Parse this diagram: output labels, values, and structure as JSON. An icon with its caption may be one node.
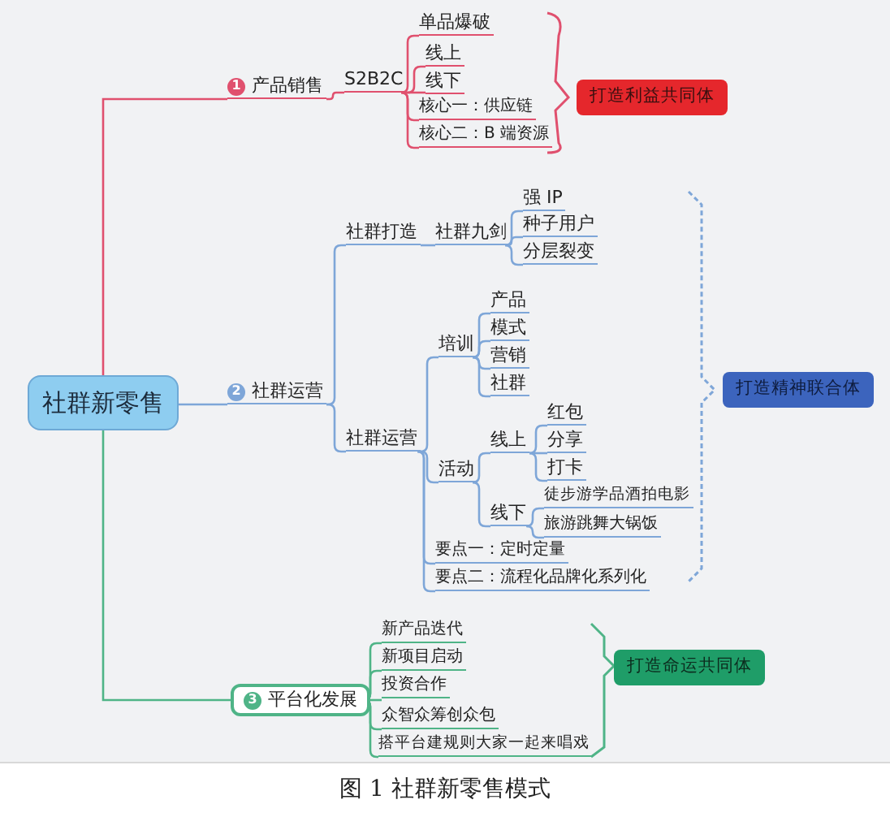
{
  "diagram": {
    "caption": "图 1 社群新零售模式",
    "nodes": [
      {
        "text": [
          "社群新零售"
        ]
      },
      {
        "text": [
          "1",
          "产品销售"
        ]
      },
      {
        "text": [
          "S2B2C"
        ]
      },
      {
        "text": [
          "单品爆破"
        ]
      },
      {
        "text": [
          "线上"
        ]
      },
      {
        "text": [
          "线下"
        ]
      },
      {
        "text": [
          "核心一：供应链"
        ]
      },
      {
        "text": [
          "核心二：B 端资源"
        ]
      },
      {
        "text": [
          "打造利益共同体"
        ]
      },
      {
        "text": [
          "2",
          "社群运营"
        ]
      },
      {
        "text": [
          "社群打造"
        ]
      },
      {
        "text": [
          "社群九剑"
        ]
      },
      {
        "text": [
          "强 IP"
        ]
      },
      {
        "text": [
          "种子用户"
        ]
      },
      {
        "text": [
          "分层裂变"
        ]
      },
      {
        "text": [
          "培训"
        ]
      },
      {
        "text": [
          "产品"
        ]
      },
      {
        "text": [
          "模式"
        ]
      },
      {
        "text": [
          "营销"
        ]
      },
      {
        "text": [
          "社群"
        ]
      },
      {
        "text": [
          "社群运营"
        ]
      },
      {
        "text": [
          "活动"
        ]
      },
      {
        "text": [
          "线上"
        ]
      },
      {
        "text": [
          "红包"
        ]
      },
      {
        "text": [
          "分享"
        ]
      },
      {
        "text": [
          "打卡"
        ]
      },
      {
        "text": [
          "线下"
        ]
      },
      {
        "text": [
          "徒步游学品酒拍电影"
        ]
      },
      {
        "text": [
          "旅游跳舞大锅饭"
        ]
      },
      {
        "text": [
          "要点一：定时定量"
        ]
      },
      {
        "text": [
          "要点二：流程化品牌化系列化"
        ]
      },
      {
        "text": [
          "打造精神联合体"
        ]
      },
      {
        "text": [
          "3",
          "平台化发展"
        ]
      },
      {
        "text": [
          "新产品迭代"
        ]
      },
      {
        "text": [
          "新项目启动"
        ]
      },
      {
        "text": [
          "投资合作"
        ]
      },
      {
        "text": [
          "众智众筹创众包"
        ]
      },
      {
        "text": [
          "搭平台建规则大家一起来唱戏"
        ]
      },
      {
        "text": [
          "打造命运共同体"
        ]
      }
    ],
    "edges": [
      {
        "from": 0,
        "to": 1,
        "arrow": "none",
        "color": "#e0506e"
      },
      {
        "from": 1,
        "to": 2,
        "arrow": "none",
        "color": "#e0506e"
      },
      {
        "from": 2,
        "to": 3,
        "arrow": "none",
        "color": "#e0506e"
      },
      {
        "from": 2,
        "to": 4,
        "arrow": "none",
        "color": "#e0506e"
      },
      {
        "from": 2,
        "to": 5,
        "arrow": "none",
        "color": "#e0506e"
      },
      {
        "from": 2,
        "to": 6,
        "arrow": "none",
        "color": "#e0506e"
      },
      {
        "from": 2,
        "to": 7,
        "arrow": "none",
        "color": "#e0506e"
      },
      {
        "from": 0,
        "to": 9,
        "arrow": "none"
      },
      {
        "from": 9,
        "to": 10,
        "arrow": "none"
      },
      {
        "from": 9,
        "to": 20,
        "arrow": "none"
      },
      {
        "from": 10,
        "to": 11,
        "arrow": "none"
      },
      {
        "from": 11,
        "to": 12,
        "arrow": "none"
      },
      {
        "from": 11,
        "to": 13,
        "arrow": "none"
      },
      {
        "from": 11,
        "to": 14,
        "arrow": "none"
      },
      {
        "from": 20,
        "to": 15,
        "arrow": "none"
      },
      {
        "from": 15,
        "to": 16,
        "arrow": "none"
      },
      {
        "from": 15,
        "to": 17,
        "arrow": "none"
      },
      {
        "from": 15,
        "to": 18,
        "arrow": "none"
      },
      {
        "from": 15,
        "to": 19,
        "arrow": "none"
      },
      {
        "from": 20,
        "to": 21,
        "arrow": "none"
      },
      {
        "from": 21,
        "to": 22,
        "arrow": "none"
      },
      {
        "from": 22,
        "to": 23,
        "arrow": "none"
      },
      {
        "from": 22,
        "to": 24,
        "arrow": "none"
      },
      {
        "from": 22,
        "to": 25,
        "arrow": "none"
      },
      {
        "from": 21,
        "to": 26,
        "arrow": "none"
      },
      {
        "from": 26,
        "to": 27,
        "arrow": "none"
      },
      {
        "from": 26,
        "to": 28,
        "arrow": "none"
      },
      {
        "from": 20,
        "to": 29,
        "arrow": "none"
      },
      {
        "from": 20,
        "to": 30,
        "arrow": "none"
      },
      {
        "from": 0,
        "to": 32,
        "arrow": "none",
        "color": "#4fb487"
      },
      {
        "from": 32,
        "to": 33,
        "arrow": "none",
        "color": "#4fb487"
      },
      {
        "from": 32,
        "to": 34,
        "arrow": "none",
        "color": "#4fb487"
      },
      {
        "from": 32,
        "to": 35,
        "arrow": "none",
        "color": "#4fb487"
      },
      {
        "from": 32,
        "to": 36,
        "arrow": "none",
        "color": "#4fb487"
      },
      {
        "from": 32,
        "to": 37,
        "arrow": "none",
        "color": "#4fb487"
      }
    ]
  }
}
